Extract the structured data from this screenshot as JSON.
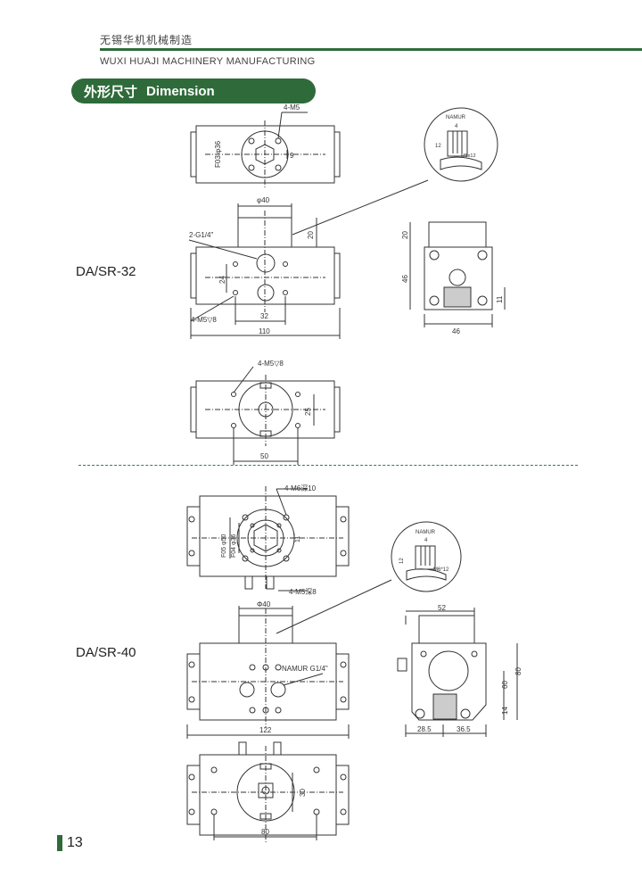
{
  "header": {
    "company_cn": "无锡华机机械制造",
    "company_en": "WUXI HUAJI MACHINERY MANUFACTURING"
  },
  "section": {
    "title_cn": "外形尺寸",
    "title_en": "Dimension"
  },
  "models": {
    "first": "DA/SR-32",
    "second": "DA/SR-40"
  },
  "dims32": {
    "top_m5": "4-M5",
    "f03": "F03 φ36",
    "q": "9",
    "phi40": "φ40",
    "g14": "2-G1/4\"",
    "d20": "20",
    "d24": "24",
    "d32": "32",
    "d110": "110",
    "m5_depth": "4-M5▽8",
    "d25": "25",
    "d50": "50",
    "side20": "20",
    "side46v": "46",
    "side11": "11",
    "side46h": "46",
    "namur": "NAMUR",
    "namur12": "12",
    "namur4": "4",
    "namur_m5": "M5x12",
    "bottom_m5": "4-M5▽8"
  },
  "dims40": {
    "m6": "4-M6深10",
    "f05": "F05 φ50",
    "f04": "F04 φ36",
    "d11": "11",
    "m5": "4-M5深8",
    "phi40": "Φ40",
    "namur_g": "NAMUR G1/4\"",
    "d122": "122",
    "d52": "52",
    "d80": "80",
    "d60": "60",
    "d14": "14",
    "d285": "28.5",
    "d365": "36.5",
    "namur": "NAMUR",
    "namur4": "4",
    "namur12": "12",
    "namur_m6": "M6*12",
    "bottom30": "30",
    "bottom80": "80"
  },
  "page": {
    "number": "13"
  }
}
